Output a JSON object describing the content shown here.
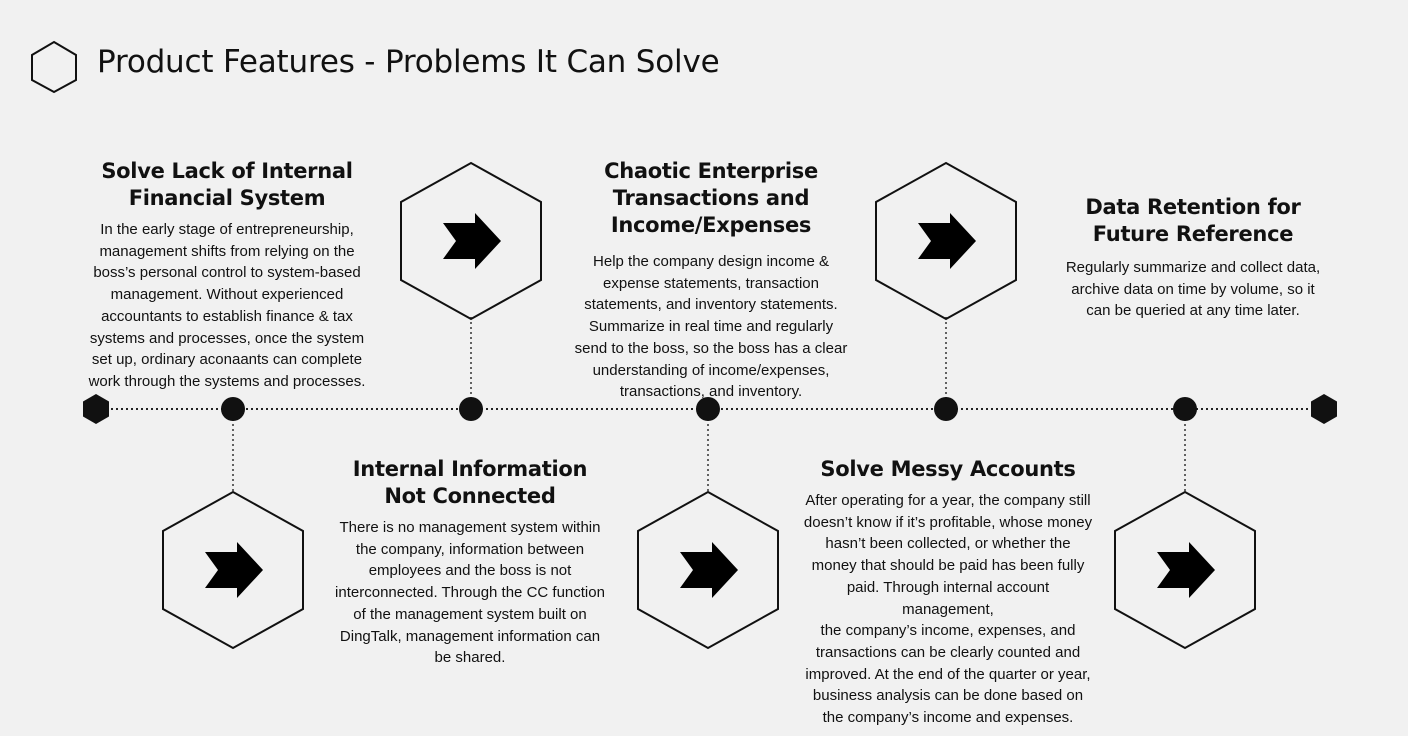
{
  "page": {
    "title": "Product Features - Problems It Can Solve",
    "icons": {
      "title_icon": "hexagon-outline-icon",
      "feature_icon": "arrow-right-hexagon-icon",
      "timeline_end_icon": "hexagon-filled-icon",
      "timeline_node_icon": "filled-circle-icon"
    },
    "colors": {
      "background": "#f1f1f1",
      "ink": "#111111"
    }
  },
  "features": [
    {
      "title": "Solve Lack of Internal\nFinancial System",
      "description": "In the early stage of entrepreneurship,\nmanagement shifts from relying on the\nboss’s personal control to system-based\nmanagement. Without experienced\naccountants to establish finance & tax\nsystems and processes, once the system\nset up, ordinary aconaants can complete\nwork through the systems and processes."
    },
    {
      "title": "Internal Information\nNot Connected",
      "description": "There is no management system within\nthe company, information between\nemployees and the boss is not\ninterconnected. Through the CC function\nof the management system built on\nDingTalk, management information can\nbe shared."
    },
    {
      "title": "Chaotic Enterprise\nTransactions and\nIncome/Expenses",
      "description": "Help the company design income &\nexpense statements, transaction\nstatements, and inventory statements.\nSummarize in real time and regularly\nsend to the boss, so the boss has a clear\nunderstanding of income/expenses,\ntransactions, and inventory."
    },
    {
      "title": "Solve Messy Accounts",
      "description": "After operating for a year, the company still\ndoesn’t know if it’s profitable, whose money\nhasn’t been collected, or whether the\nmoney that should be paid has been fully\npaid. Through internal account management,\nthe company’s income, expenses, and\ntransactions can be clearly counted and\nimproved. At the end of the quarter or year,\nbusiness analysis can be done based on\nthe company’s income and expenses."
    },
    {
      "title": "Data Retention for\nFuture Reference",
      "description": "Regularly summarize and collect data,\narchive data on time by volume, so it\ncan be queried at any time later."
    }
  ]
}
